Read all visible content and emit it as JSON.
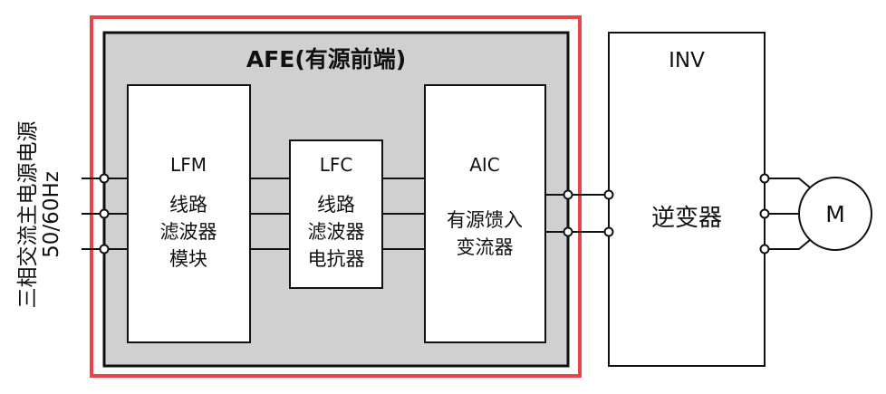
{
  "source": {
    "line1": "三相交流主电源电源",
    "line2": "50/60Hz"
  },
  "afe": {
    "title": "AFE(有源前端)"
  },
  "lfm": {
    "code": "LFM",
    "desc": [
      "线路",
      "滤波器",
      "模块"
    ]
  },
  "lfc": {
    "code": "LFC",
    "desc": [
      "线路",
      "滤波器",
      "电抗器"
    ]
  },
  "aic": {
    "code": "AIC",
    "desc": [
      "有源馈入",
      "变流器"
    ]
  },
  "inv": {
    "code": "INV",
    "desc": "逆变器"
  },
  "motor": {
    "label": "M"
  },
  "colors": {
    "highlight": "#e8454a",
    "afe_fill": "#d0d0d0",
    "line": "#111111",
    "box_fill": "#ffffff"
  }
}
